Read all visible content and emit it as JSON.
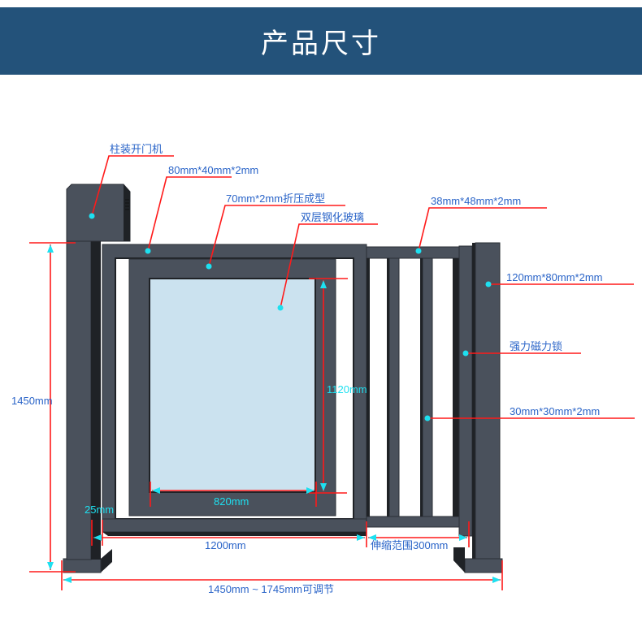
{
  "header": {
    "title": "产品尺寸",
    "background": "#23527a"
  },
  "callouts": {
    "post_opener": "柱装开门机",
    "outer_frame": "80mm*40mm*2mm",
    "inner_frame": "70mm*2mm折压成型",
    "glass": "双层钢化玻璃",
    "telescopic_top": "38mm*48mm*2mm",
    "right_post": "120mm*80mm*2mm",
    "magnetic_lock": "强力磁力锁",
    "bars": "30mm*30mm*2mm"
  },
  "dimensions": {
    "total_height": "1450mm",
    "glass_height": "1120mm",
    "glass_width": "820mm",
    "gap": "25mm",
    "door_width": "1200mm",
    "telescopic_range": "伸缩范围300mm",
    "total_width": "1450mm ~ 1745mm可调节"
  },
  "colors": {
    "label_blue": "#2a64c8",
    "dimension_cyan": "#1ee0f0",
    "leader_red": "#ff1a1a",
    "frame_gray": "#4a515c",
    "glass_blue": "#cbe2ef"
  }
}
